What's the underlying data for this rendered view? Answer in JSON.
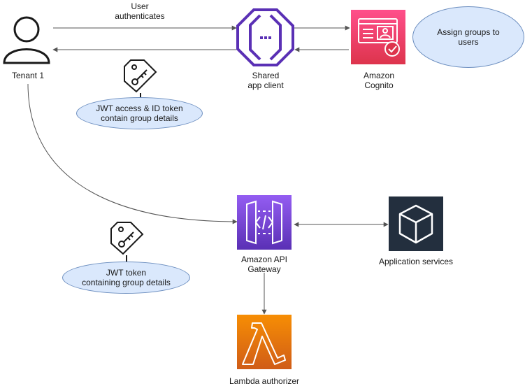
{
  "nodes": {
    "tenant": {
      "label": "Tenant 1"
    },
    "shared_app_client": {
      "line1": "Shared",
      "line2": "app client"
    },
    "cognito": {
      "line1": "Amazon",
      "line2": "Cognito"
    },
    "api_gateway": {
      "line1": "Amazon API",
      "line2": "Gateway"
    },
    "application_services": {
      "label": "Application services"
    },
    "lambda_authorizer": {
      "label": "Lambda authorizer"
    }
  },
  "notes": {
    "assign_groups": {
      "line1": "Assign groups to",
      "line2": "users"
    },
    "jwt_access_id": {
      "line1": "JWT access & ID token",
      "line2": "contain group details"
    },
    "jwt_token": {
      "line1": "JWT token",
      "line2": "containing group details"
    }
  },
  "edges": {
    "user_authenticates": {
      "line1": "User",
      "line2": "authenticates"
    }
  },
  "icons": {
    "tenant": "user-icon",
    "shared_app_client": "app-client-icon",
    "cognito": "cognito-icon",
    "api_gateway": "api-gateway-icon",
    "application_services": "cube-icon",
    "lambda_authorizer": "lambda-icon",
    "token_top": "key-tag-icon",
    "token_bottom": "key-tag-icon"
  },
  "colors": {
    "app_client": "#5a30b5",
    "cognito_top": "#ff4f8b",
    "cognito_bottom": "#dd344c",
    "api_gateway_top": "#945df2",
    "api_gateway_bottom": "#5a30b5",
    "app_services": "#232f3e",
    "lambda_top": "#f78e04",
    "lambda_bottom": "#d05c17",
    "note_fill": "#dae8fc",
    "note_stroke": "#6c8ebf",
    "edge": "#555555"
  }
}
